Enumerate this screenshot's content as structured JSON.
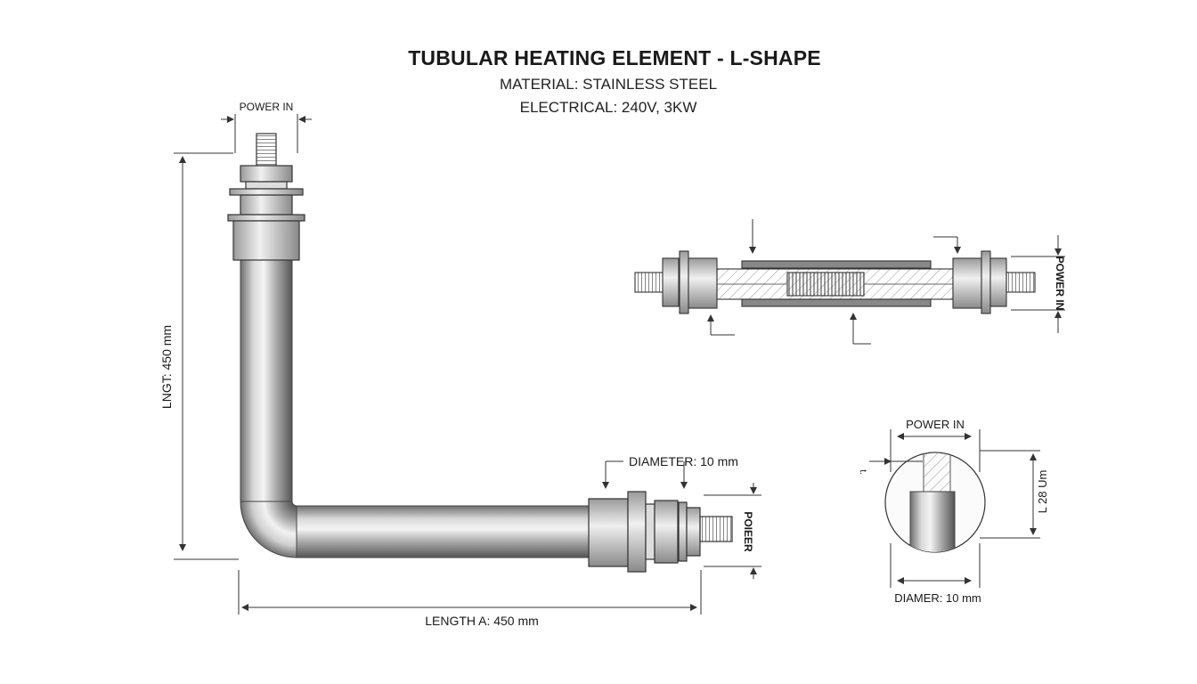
{
  "title": "TUBULAR HEATING ELEMENT - L-SHAPE",
  "material": "MATERIAL: STAINLESS STEEL",
  "electrical": "ELECTRICAL: 240V, 3KW",
  "main_view": {
    "power_in_top": "POWER IN",
    "vertical_length": "LNGT: 450 mm",
    "horizontal_length": "LENGTH A: 450 mm",
    "diameter": "DIAMETER: 10 mm",
    "power_right": "POIEER"
  },
  "section_view": {
    "power_in": "POWER IN"
  },
  "detail_view": {
    "power_in": "POWER IN",
    "side_mark": "t.",
    "height": "L 28 Um",
    "diameter": "DIAMER: 10 mm"
  }
}
